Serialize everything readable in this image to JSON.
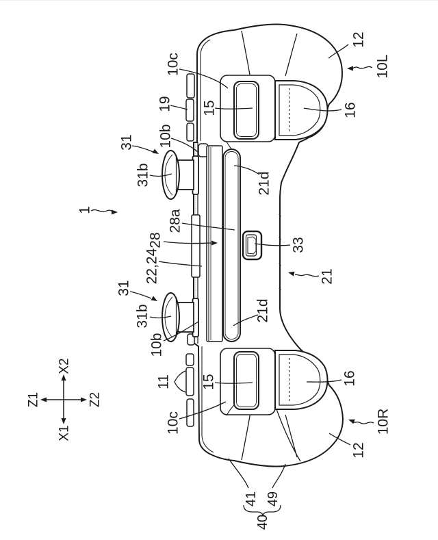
{
  "figure_title": "Patent line drawing of a game controller viewed from its top edge, rotated 90 degrees, with numbered reference leaders",
  "colors": {
    "line": "#1b1b1b",
    "background": "#ffffff"
  },
  "labels": {
    "ref12_top": "12",
    "ref10L": "10L",
    "ref10c_top": "10c",
    "ref19": "19",
    "ref15_top": "15",
    "ref16_top": "16",
    "ref31_top": "31",
    "ref31b_top": "31b",
    "ref10b_top": "10b",
    "ref21d_top": "21d",
    "ref1": "1",
    "ref28a": "28a",
    "ref28": "28",
    "ref22_24": "22,24",
    "ref33": "33",
    "ref21": "21",
    "ref31_bottom": "31",
    "ref31b_bottom": "31b",
    "ref10b_bottom": "10b",
    "ref21d_bottom": "21d",
    "ref11": "11",
    "ref15_bottom": "15",
    "ref16_bottom": "16",
    "ref10c_bottom": "10c",
    "ref10R": "10R",
    "ref12_bottom": "12",
    "ref41": "41",
    "ref49": "49",
    "ref40": "40"
  },
  "axis": {
    "up": "X2",
    "down": "X1",
    "left": "Z1",
    "right": "Z2"
  }
}
